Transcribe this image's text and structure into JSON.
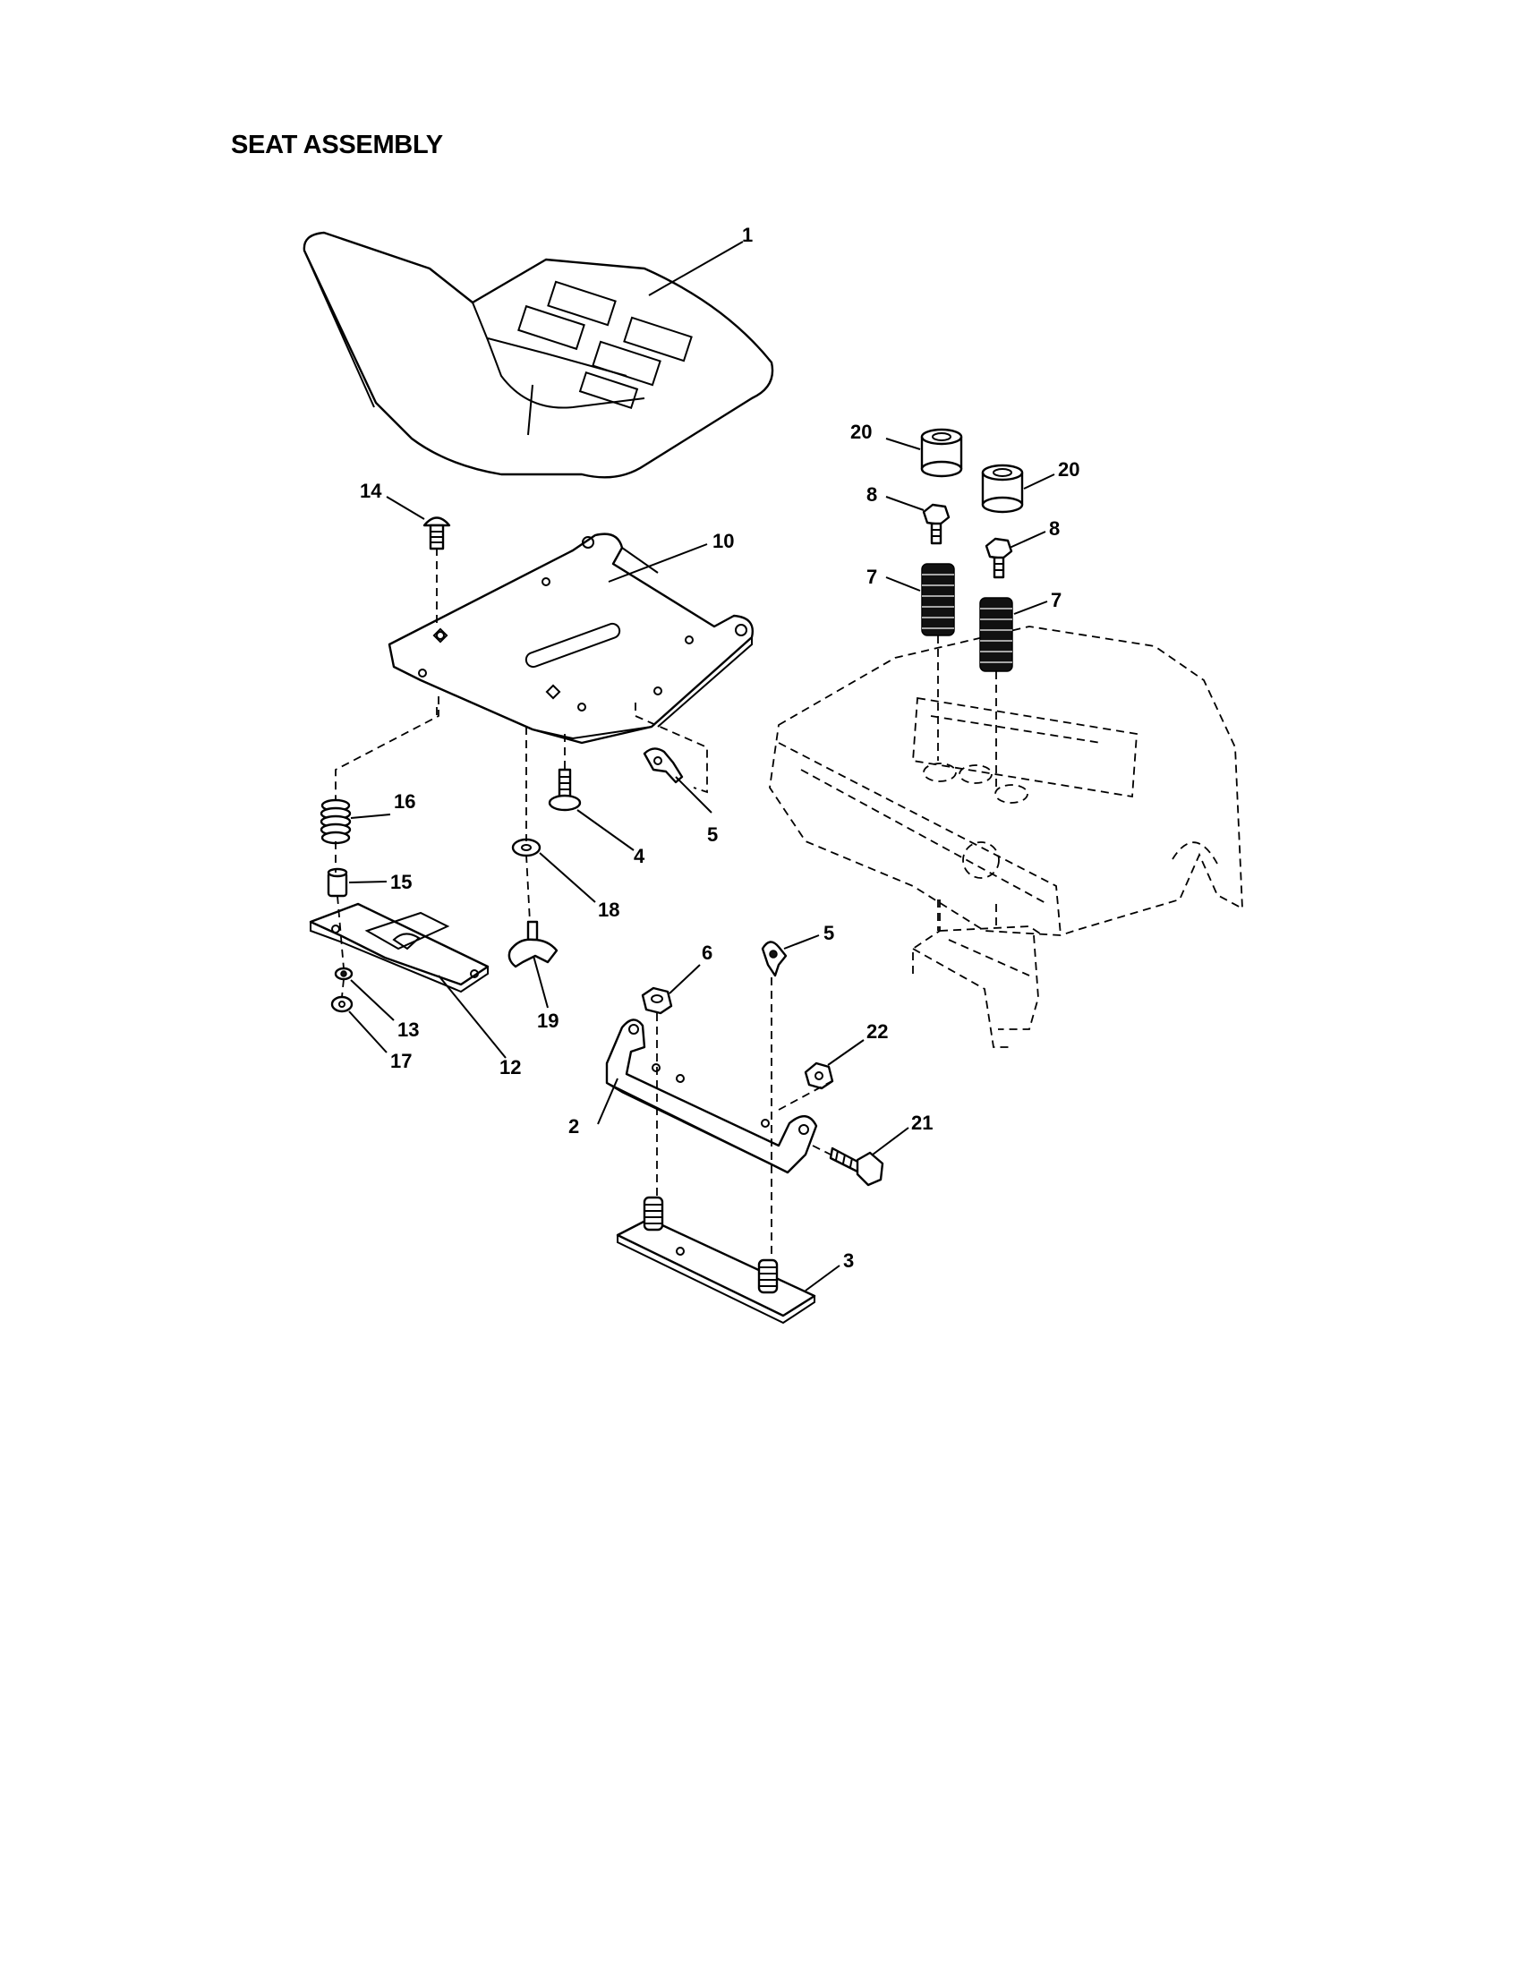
{
  "title": "SEAT ASSEMBLY",
  "callouts": [
    {
      "key": "seat",
      "label": "1"
    },
    {
      "key": "seat-pan-hinge-bracket",
      "label": "2"
    },
    {
      "key": "seat-base-plate",
      "label": "3"
    },
    {
      "key": "shoulder-bolt",
      "label": "4"
    },
    {
      "key": "clip-upper",
      "label": "5"
    },
    {
      "key": "clip-lower",
      "label": "5"
    },
    {
      "key": "nut",
      "label": "6"
    },
    {
      "key": "spring-left",
      "label": "7"
    },
    {
      "key": "spring-right",
      "label": "7"
    },
    {
      "key": "bolt-left",
      "label": "8"
    },
    {
      "key": "bolt-right",
      "label": "8"
    },
    {
      "key": "seat-pan",
      "label": "10"
    },
    {
      "key": "slide-adjust-plate",
      "label": "12"
    },
    {
      "key": "washer-small",
      "label": "13"
    },
    {
      "key": "carriage-bolt",
      "label": "14"
    },
    {
      "key": "spacer",
      "label": "15"
    },
    {
      "key": "compression-spring",
      "label": "16"
    },
    {
      "key": "nut-small",
      "label": "17"
    },
    {
      "key": "flat-washer",
      "label": "18"
    },
    {
      "key": "knob",
      "label": "19"
    },
    {
      "key": "bumper-left",
      "label": "20"
    },
    {
      "key": "bumper-right",
      "label": "20"
    },
    {
      "key": "hex-bolt",
      "label": "21"
    },
    {
      "key": "hex-nut",
      "label": "22"
    }
  ]
}
